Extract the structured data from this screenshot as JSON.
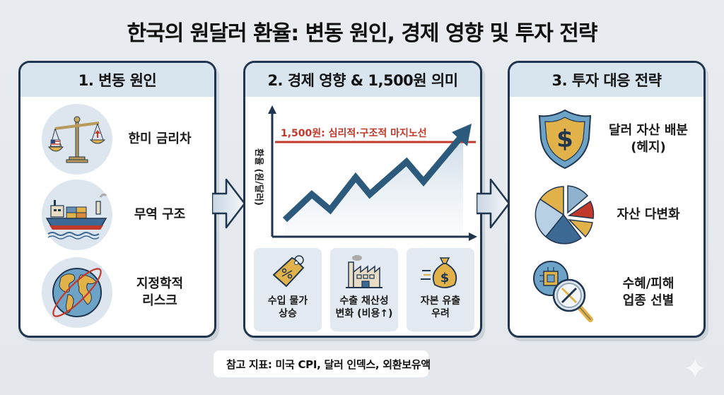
{
  "title": "한국의 원달러 환율: 변동 원인, 경제 영향 및 투자 전략",
  "panels": [
    {
      "heading": "1. 변동 원인",
      "items": [
        {
          "icon": "balance-scale-icon",
          "label": "한미 금리차"
        },
        {
          "icon": "cargo-ship-icon",
          "label": "무역 구조"
        },
        {
          "icon": "globe-icon",
          "label_line1": "지정학적",
          "label_line2": "리스크"
        }
      ]
    },
    {
      "heading": "2. 경제 영향 & 1,500원 의미",
      "chart": {
        "ylabel": "환율 (원/달러)",
        "threshold_label": "1,500원: 심리적·구조적 마지노선"
      },
      "impacts": [
        {
          "icon": "price-tag-percent-icon",
          "line1": "수입 물가",
          "line2": "상승"
        },
        {
          "icon": "factory-icon",
          "line1": "수출 채산성",
          "line2": "변화 (비용↑)"
        },
        {
          "icon": "money-bag-dollar-icon",
          "line1": "자본 유출",
          "line2": "우려"
        }
      ]
    },
    {
      "heading": "3. 투자 대응 전략",
      "items": [
        {
          "icon": "shield-dollar-icon",
          "label_line1": "달러 자산 배분",
          "label_line2": "(헤지)"
        },
        {
          "icon": "pie-chart-icon",
          "label": "자산 다변화"
        },
        {
          "icon": "chip-magnifier-tools-icon",
          "label_line1": "수혜/피해",
          "label_line2": "업종 선별"
        }
      ]
    }
  ],
  "footer": {
    "icon": "open-book-icon",
    "text": "참고 지표: 미국 CPI, 달러 인덱스, 외환보유액"
  },
  "chart_data": {
    "type": "line",
    "title": "",
    "xlabel": "",
    "ylabel": "환율 (원/달러)",
    "x": [
      0,
      1,
      2,
      3,
      4,
      5,
      6,
      7,
      8
    ],
    "values": [
      1,
      3.4,
      2.1,
      4.2,
      3.2,
      5.6,
      4.4,
      6.6,
      8.6
    ],
    "threshold": {
      "label": "1,500원: 심리적·구조적 마지노선",
      "relative_level": 6.8
    },
    "grid": false,
    "note": "Illustrative upward zigzag trend (no numeric tick labels); line crosses the 1,500원 threshold near the end."
  },
  "colors": {
    "border": "#1f3550",
    "header_bg": "#d8e4ee",
    "line": "#2c5a7c",
    "threshold": "#c0392b",
    "gold": "#e2b24a"
  }
}
